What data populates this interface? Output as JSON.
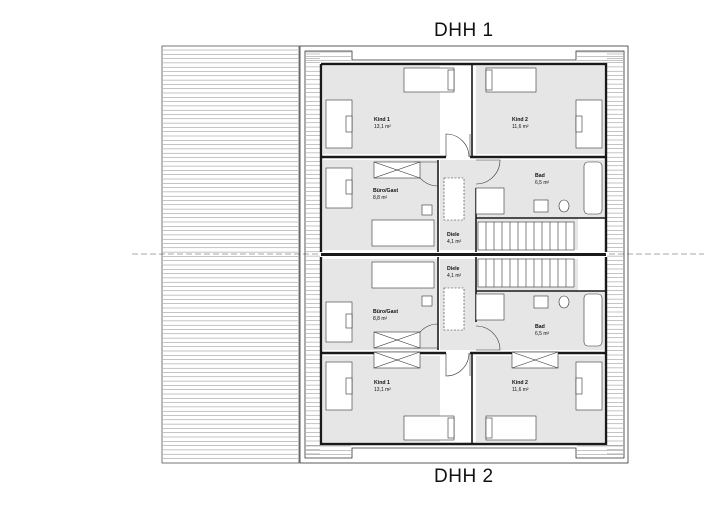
{
  "titles": {
    "top": "DHH 1",
    "bottom": "DHH 2"
  },
  "units": {
    "dhh1": {
      "kind1": {
        "name": "Kind 1",
        "area": "13,1 m²"
      },
      "kind2": {
        "name": "Kind 2",
        "area": "11,6 m²"
      },
      "buero": {
        "name": "Büro/Gast",
        "area": "8,8 m²"
      },
      "bad": {
        "name": "Bad",
        "area": "6,5 m²"
      },
      "diele": {
        "name": "Diele",
        "area": "4,1 m²"
      }
    },
    "dhh2": {
      "kind1": {
        "name": "Kind 1",
        "area": "13,1 m²"
      },
      "kind2": {
        "name": "Kind 2",
        "area": "11,6 m²"
      },
      "buero": {
        "name": "Büro/Gast",
        "area": "8,8 m²"
      },
      "bad": {
        "name": "Bad",
        "area": "6,5 m²"
      },
      "diele": {
        "name": "Diele",
        "area": "4,1 m²"
      }
    }
  },
  "colors": {
    "floor": "#e6e6e6",
    "wall": "#1a1a1a",
    "roof_line": "#8a8a8a"
  }
}
